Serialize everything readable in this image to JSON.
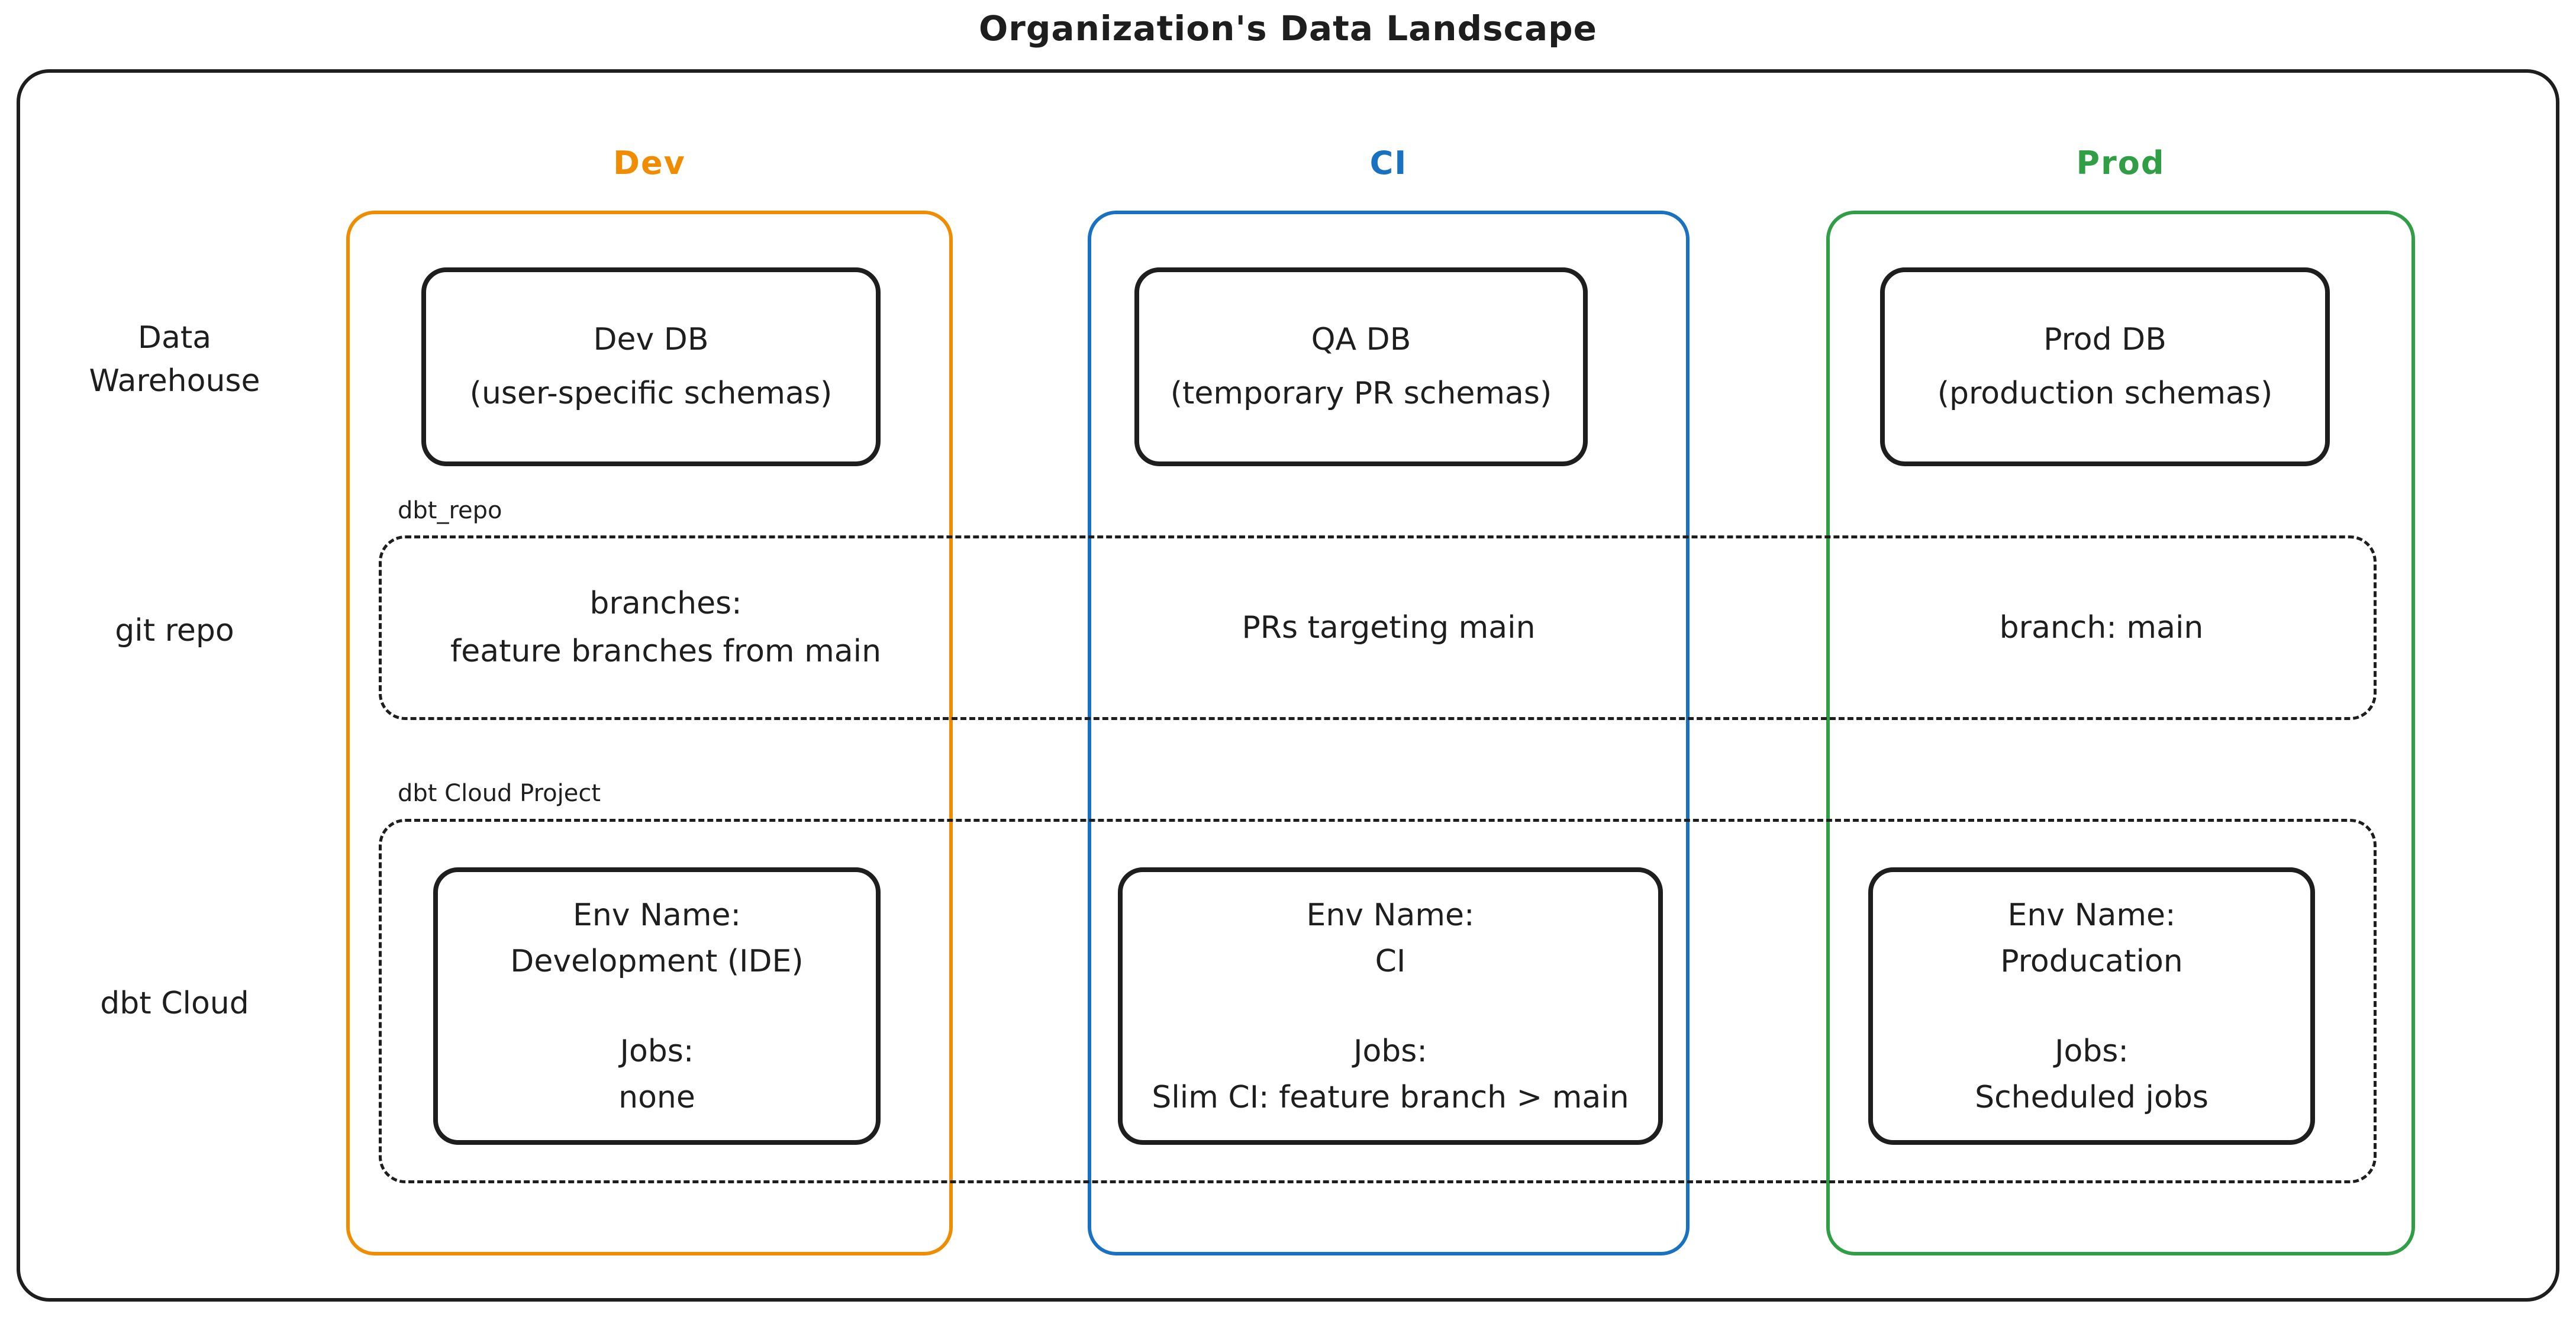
{
  "title": "Organization's Data Landscape",
  "colors": {
    "dev_accent": "#f08c00",
    "ci_accent": "#1971c2",
    "prod_accent": "#2f9e44",
    "ink": "#1e1e1e"
  },
  "row_labels": {
    "warehouse": "Data\nWarehouse",
    "git": "git repo",
    "dbt": "dbt Cloud"
  },
  "group_labels": {
    "git_repo": "dbt_repo",
    "dbt_project": "dbt Cloud Project"
  },
  "columns": {
    "dev": {
      "header": "Dev",
      "db_name": "Dev DB",
      "db_detail": "(user-specific schemas)",
      "git": "branches:\nfeature branches from main",
      "env_label": "Env Name:",
      "env_name": "Development (IDE)",
      "jobs_label": "Jobs:",
      "jobs": "none"
    },
    "ci": {
      "header": "CI",
      "db_name": "QA DB",
      "db_detail": "(temporary PR schemas)",
      "git": "PRs targeting main",
      "env_label": "Env Name:",
      "env_name": "CI",
      "jobs_label": "Jobs:",
      "jobs": "Slim CI: feature branch > main"
    },
    "prod": {
      "header": "Prod",
      "db_name": "Prod DB",
      "db_detail": "(production schemas)",
      "git": "branch: main",
      "env_label": "Env Name:",
      "env_name": "Producation",
      "jobs_label": "Jobs:",
      "jobs": "Scheduled jobs"
    }
  }
}
